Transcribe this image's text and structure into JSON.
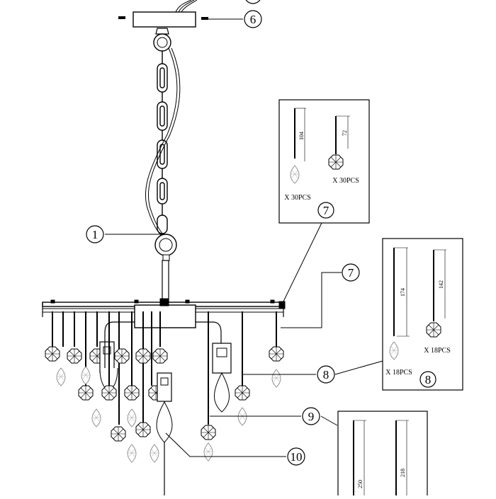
{
  "callouts": {
    "c1": "1",
    "c6": "6",
    "c7a": "7",
    "c7b": "7",
    "c8a": "8",
    "c8b": "8",
    "c9": "9",
    "c10": "10"
  },
  "box7": {
    "left_qty": "X 30PCS",
    "right_qty": "X 30PCS",
    "left_dim": "104",
    "right_dim": "72"
  },
  "box8": {
    "left_qty": "X 18PCS",
    "right_qty": "X 18PCS",
    "left_dim": "174",
    "right_dim": "142"
  },
  "box9": {
    "left_dim": "250",
    "right_dim": "218"
  }
}
